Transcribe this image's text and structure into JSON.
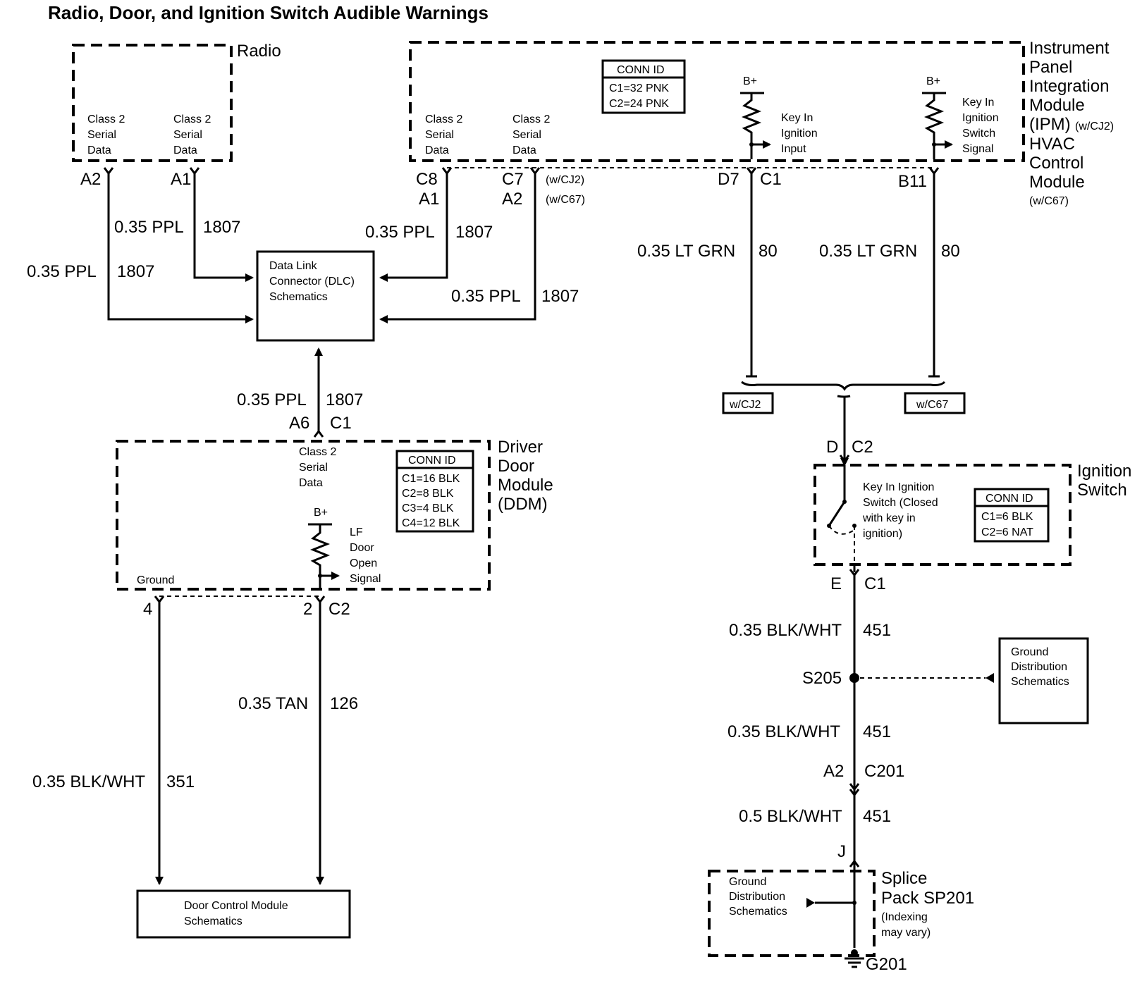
{
  "title": "Radio, Door, and Ignition Switch Audible Warnings",
  "radio": {
    "name": "Radio",
    "pin_a2": "A2",
    "pin_a1": "A1",
    "sig_line1": "Class 2",
    "sig_line2": "Serial",
    "sig_line3": "Data"
  },
  "ipm": {
    "name_lines": [
      "Instrument",
      "Panel",
      "Integration",
      "Module",
      "(IPM)",
      "(w/CJ2)",
      "HVAC",
      "Control",
      "Module",
      "(w/C67)"
    ],
    "conn_id": {
      "header": "CONN ID",
      "c1": "C1=32 PNK",
      "c2": "C2=24 PNK"
    },
    "sig_line1": "Class 2",
    "sig_line2": "Serial",
    "sig_line3": "Data",
    "pins": {
      "c8": "C8",
      "a1": "A1",
      "c7": "C7",
      "a2": "A2",
      "wcj2": "(w/CJ2)",
      "wc67": "(w/C67)",
      "d7": "D7",
      "c1": "C1",
      "b11": "B11"
    },
    "bplus": "B+",
    "key_input": [
      "Key In",
      "Ignition",
      "Input"
    ],
    "key_signal": [
      "Key In",
      "Ignition",
      "Switch",
      "Signal"
    ]
  },
  "dlc": {
    "lines": [
      "Data Link",
      "Connector (DLC)",
      "Schematics"
    ]
  },
  "wires": {
    "ppl": "0.35 PPL",
    "ppl_num": "1807",
    "ltgrn": "0.35 LT GRN",
    "ltgrn_num": "80",
    "tan": "0.35 TAN",
    "tan_num": "126",
    "blkwht": "0.35 BLK/WHT",
    "blkwht_351": "351",
    "blkwht_451": "451",
    "blkwht05": "0.5 BLK/WHT"
  },
  "ddm": {
    "name_lines": [
      "Driver",
      "Door",
      "Module",
      "(DDM)"
    ],
    "conn_id": {
      "header": "CONN ID",
      "c1": "C1=16 BLK",
      "c2": "C2=8 BLK",
      "c3": "C3=4 BLK",
      "c4": "C4=12 BLK"
    },
    "pins": {
      "a6": "A6",
      "c1": "C1",
      "p4": "4",
      "p2": "2",
      "c2": "C2"
    },
    "sig_lines": [
      "Class 2",
      "Serial",
      "Data"
    ],
    "bplus": "B+",
    "lf_lines": [
      "LF",
      "Door",
      "Open",
      "Signal"
    ],
    "ground": "Ground"
  },
  "door_control": {
    "lines": [
      "Door Control Module",
      "Schematics"
    ]
  },
  "variants": {
    "cj2": "w/CJ2",
    "c67": "w/C67"
  },
  "ign_switch": {
    "name_lines": [
      "Ignition",
      "Switch"
    ],
    "pins": {
      "d": "D",
      "c2": "C2",
      "e": "E",
      "c1": "C1"
    },
    "desc": [
      "Key In Ignition",
      "Switch (Closed",
      "with key in",
      "ignition)"
    ],
    "conn_id": {
      "header": "CONN ID",
      "c1": "C1=6 BLK",
      "c2": "C2=6 NAT"
    }
  },
  "splice": {
    "s205": "S205",
    "a2": "A2",
    "c201": "C201",
    "j": "J",
    "g201": "G201"
  },
  "ground_dist": {
    "lines": [
      "Ground",
      "Distribution",
      "Schematics"
    ]
  },
  "sp201": {
    "lines": [
      "Splice",
      "Pack SP201",
      "(Indexing",
      "may vary)"
    ]
  }
}
